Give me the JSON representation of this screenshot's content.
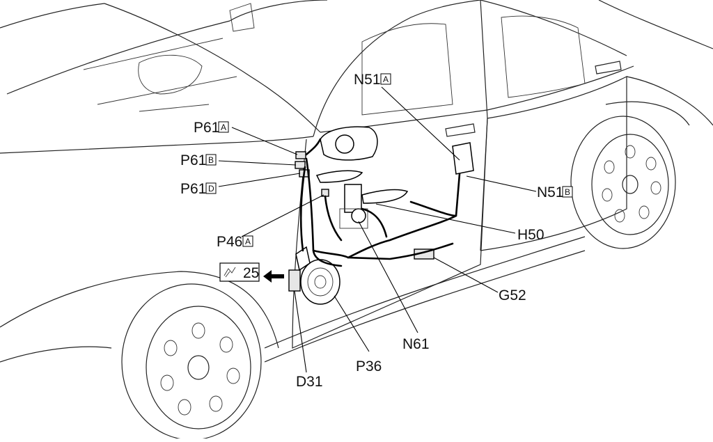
{
  "labels": {
    "p61a": {
      "code": "P61",
      "sub": "A"
    },
    "p61b": {
      "code": "P61",
      "sub": "B"
    },
    "p61d": {
      "code": "P61",
      "sub": "D"
    },
    "n51a": {
      "code": "N51",
      "sub": "A"
    },
    "n51b": {
      "code": "N51",
      "sub": "B"
    },
    "h50": {
      "code": "H50"
    },
    "g52": {
      "code": "G52"
    },
    "p46a": {
      "code": "P46",
      "sub": "A"
    },
    "n61": {
      "code": "N61"
    },
    "p36": {
      "code": "P36"
    },
    "d31": {
      "code": "D31"
    },
    "ref": {
      "code": "25"
    }
  },
  "colors": {
    "line": "#000000",
    "background": "#ffffff"
  }
}
